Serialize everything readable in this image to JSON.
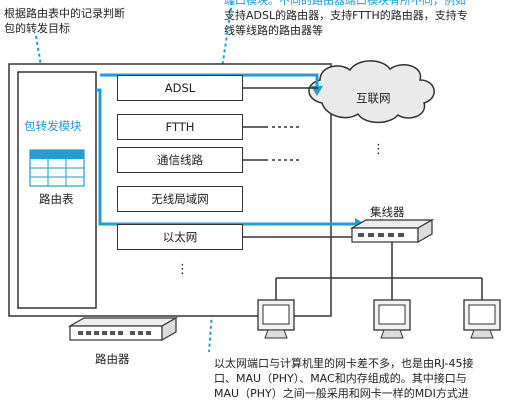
{
  "notes": {
    "top_left_line1": "根据路由表中的记录判断",
    "top_left_line2": "包的转发目标",
    "top_right_line1": "端口模块。不同的路由器端口模块有所不同，例如",
    "top_right_line2": "支持ADSL的路由器，支持FTTH的路由器，支持专",
    "top_right_line3": "线等线路的路由器等",
    "bottom_line1": "以太网端口与计算机里的网卡差不多，也是由RJ-45接",
    "bottom_line2": "口、MAU（PHY）、MAC和内存组成的。其中接口与",
    "bottom_line3": "MAU（PHY）之间一般采用和网卡一样的MDI方式进"
  },
  "router": {
    "forwarding_module": "包转发模块",
    "routing_table": "路由表",
    "device_label": "路由器",
    "ports": [
      "ADSL",
      "FTTH",
      "通信线路",
      "无线局域网",
      "以太网"
    ],
    "ellipsis": "⋮"
  },
  "network": {
    "internet": "互联网",
    "hub": "集线器",
    "cloud_ellipsis": "⋮"
  },
  "colors": {
    "accent": "#1f9fd6",
    "line": "#333333",
    "cloud_fill": "#eaeaea"
  }
}
